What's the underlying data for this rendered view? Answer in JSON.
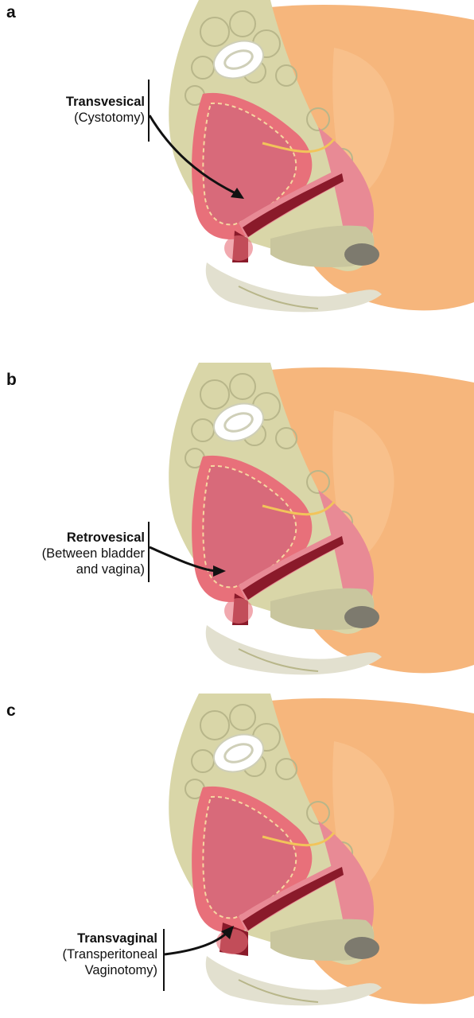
{
  "panels": [
    {
      "letter": "a",
      "title": "Transvesical",
      "sub_lines": [
        "(Cystotomy)"
      ]
    },
    {
      "letter": "b",
      "title": "Retrovesical",
      "sub_lines": [
        "(Between bladder",
        "and vagina)"
      ]
    },
    {
      "letter": "c",
      "title": "Transvaginal",
      "sub_lines": [
        "(Transperitoneal",
        "Vaginotomy)"
      ]
    }
  ],
  "colors": {
    "skin": "#f6b67c",
    "fat": "#d9d6a8",
    "bowel_outline": "#b8b68a",
    "peritoneum": "#c9c69e",
    "bladder_wall": "#e8707a",
    "bladder_lumen": "#d86a7a",
    "vagina": "#8a1a2a",
    "uterus_pink": "#e88a95",
    "bone": "#f2f2f2",
    "rectum": "#7d7a6e",
    "arrow": "#111111"
  }
}
